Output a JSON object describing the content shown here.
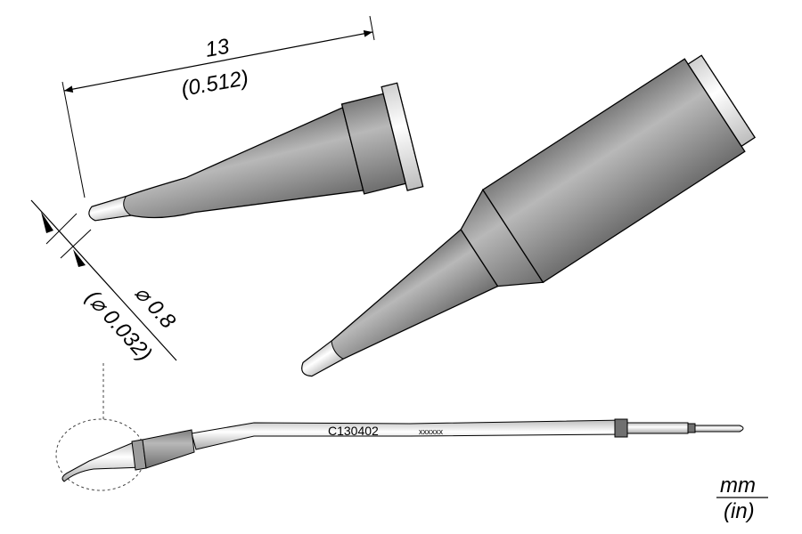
{
  "dimensions": {
    "length_mm": "13",
    "length_in": "(0.512)",
    "diameter_mm": "⌀ 0.8",
    "diameter_in": "(⌀ 0.032)"
  },
  "part": {
    "code": "C130402",
    "serial_placeholder": "xxxxxx"
  },
  "units": {
    "top": "mm",
    "bottom": "(in)"
  },
  "colors": {
    "metal": "#9a9a9a",
    "metal_light": "#e8e8e8",
    "tip": "#f4f4f4",
    "band": "#707070"
  }
}
